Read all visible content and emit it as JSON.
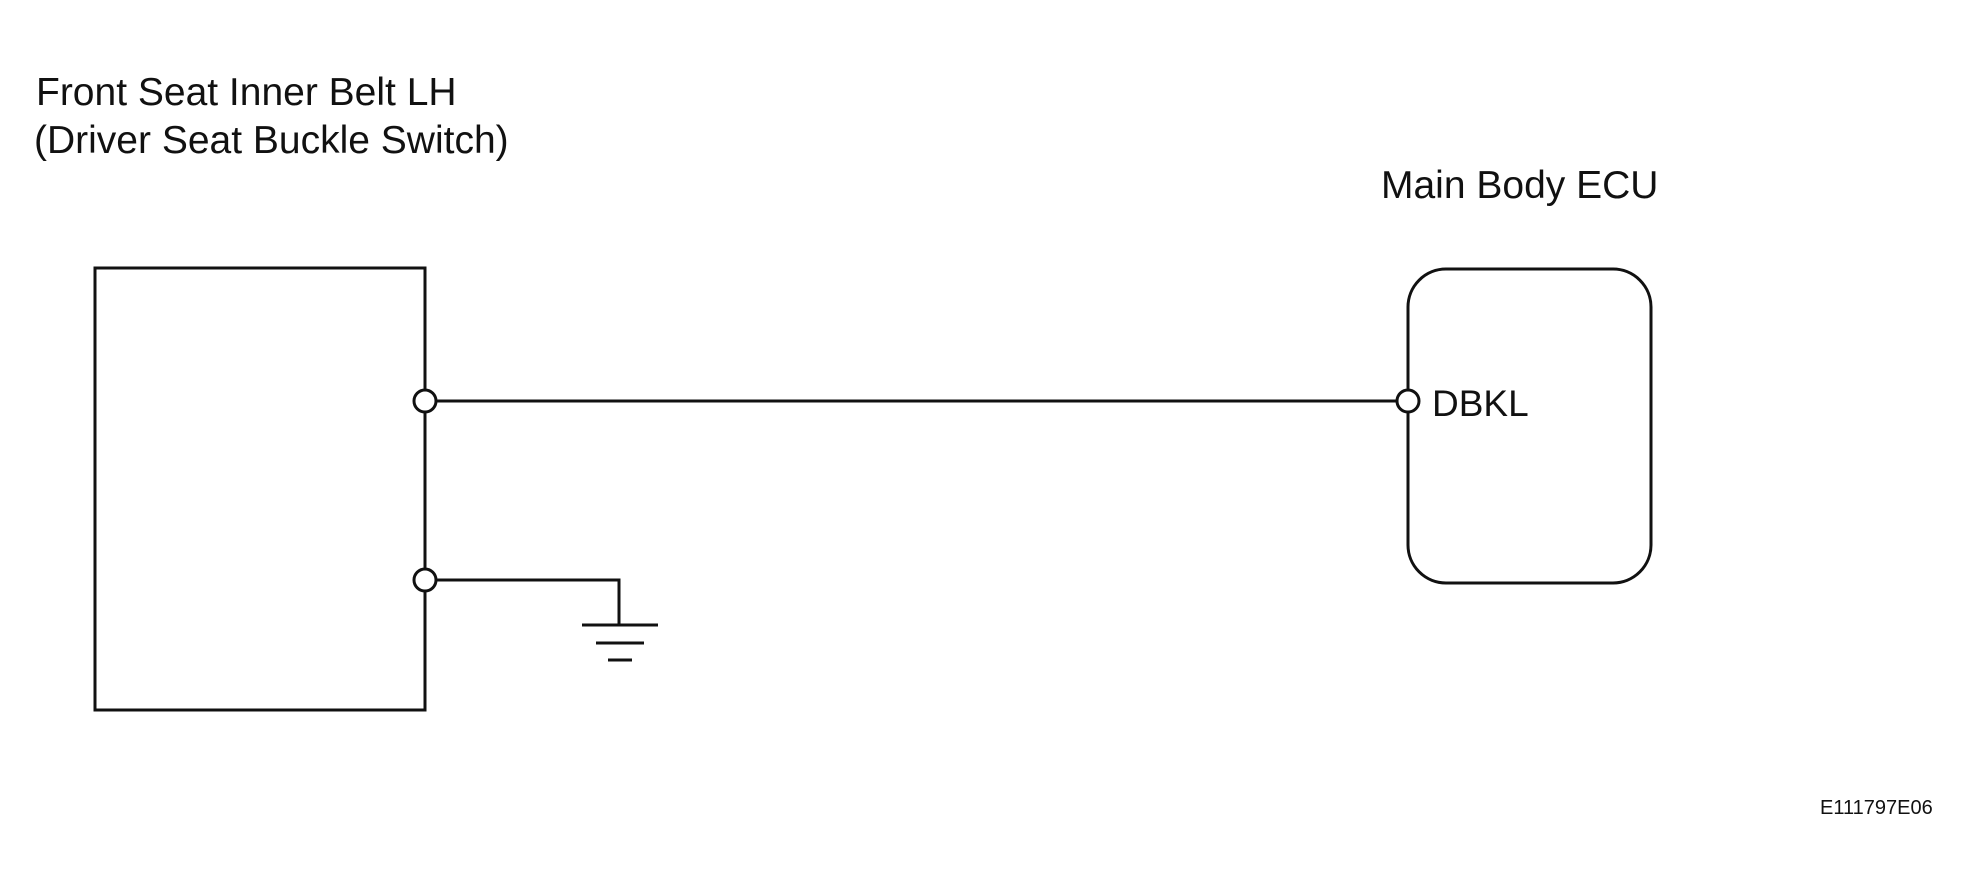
{
  "switch_component": {
    "title_line1": "Front Seat Inner Belt LH",
    "title_line2": "(Driver Seat Buckle Switch)"
  },
  "ecu_component": {
    "title": "Main Body ECU",
    "pin": "DBKL"
  },
  "ground": {
    "icon": "ground-symbol-icon"
  },
  "figure_code": "E111797E06",
  "colors": {
    "line": "#111111",
    "background": "#ffffff"
  }
}
